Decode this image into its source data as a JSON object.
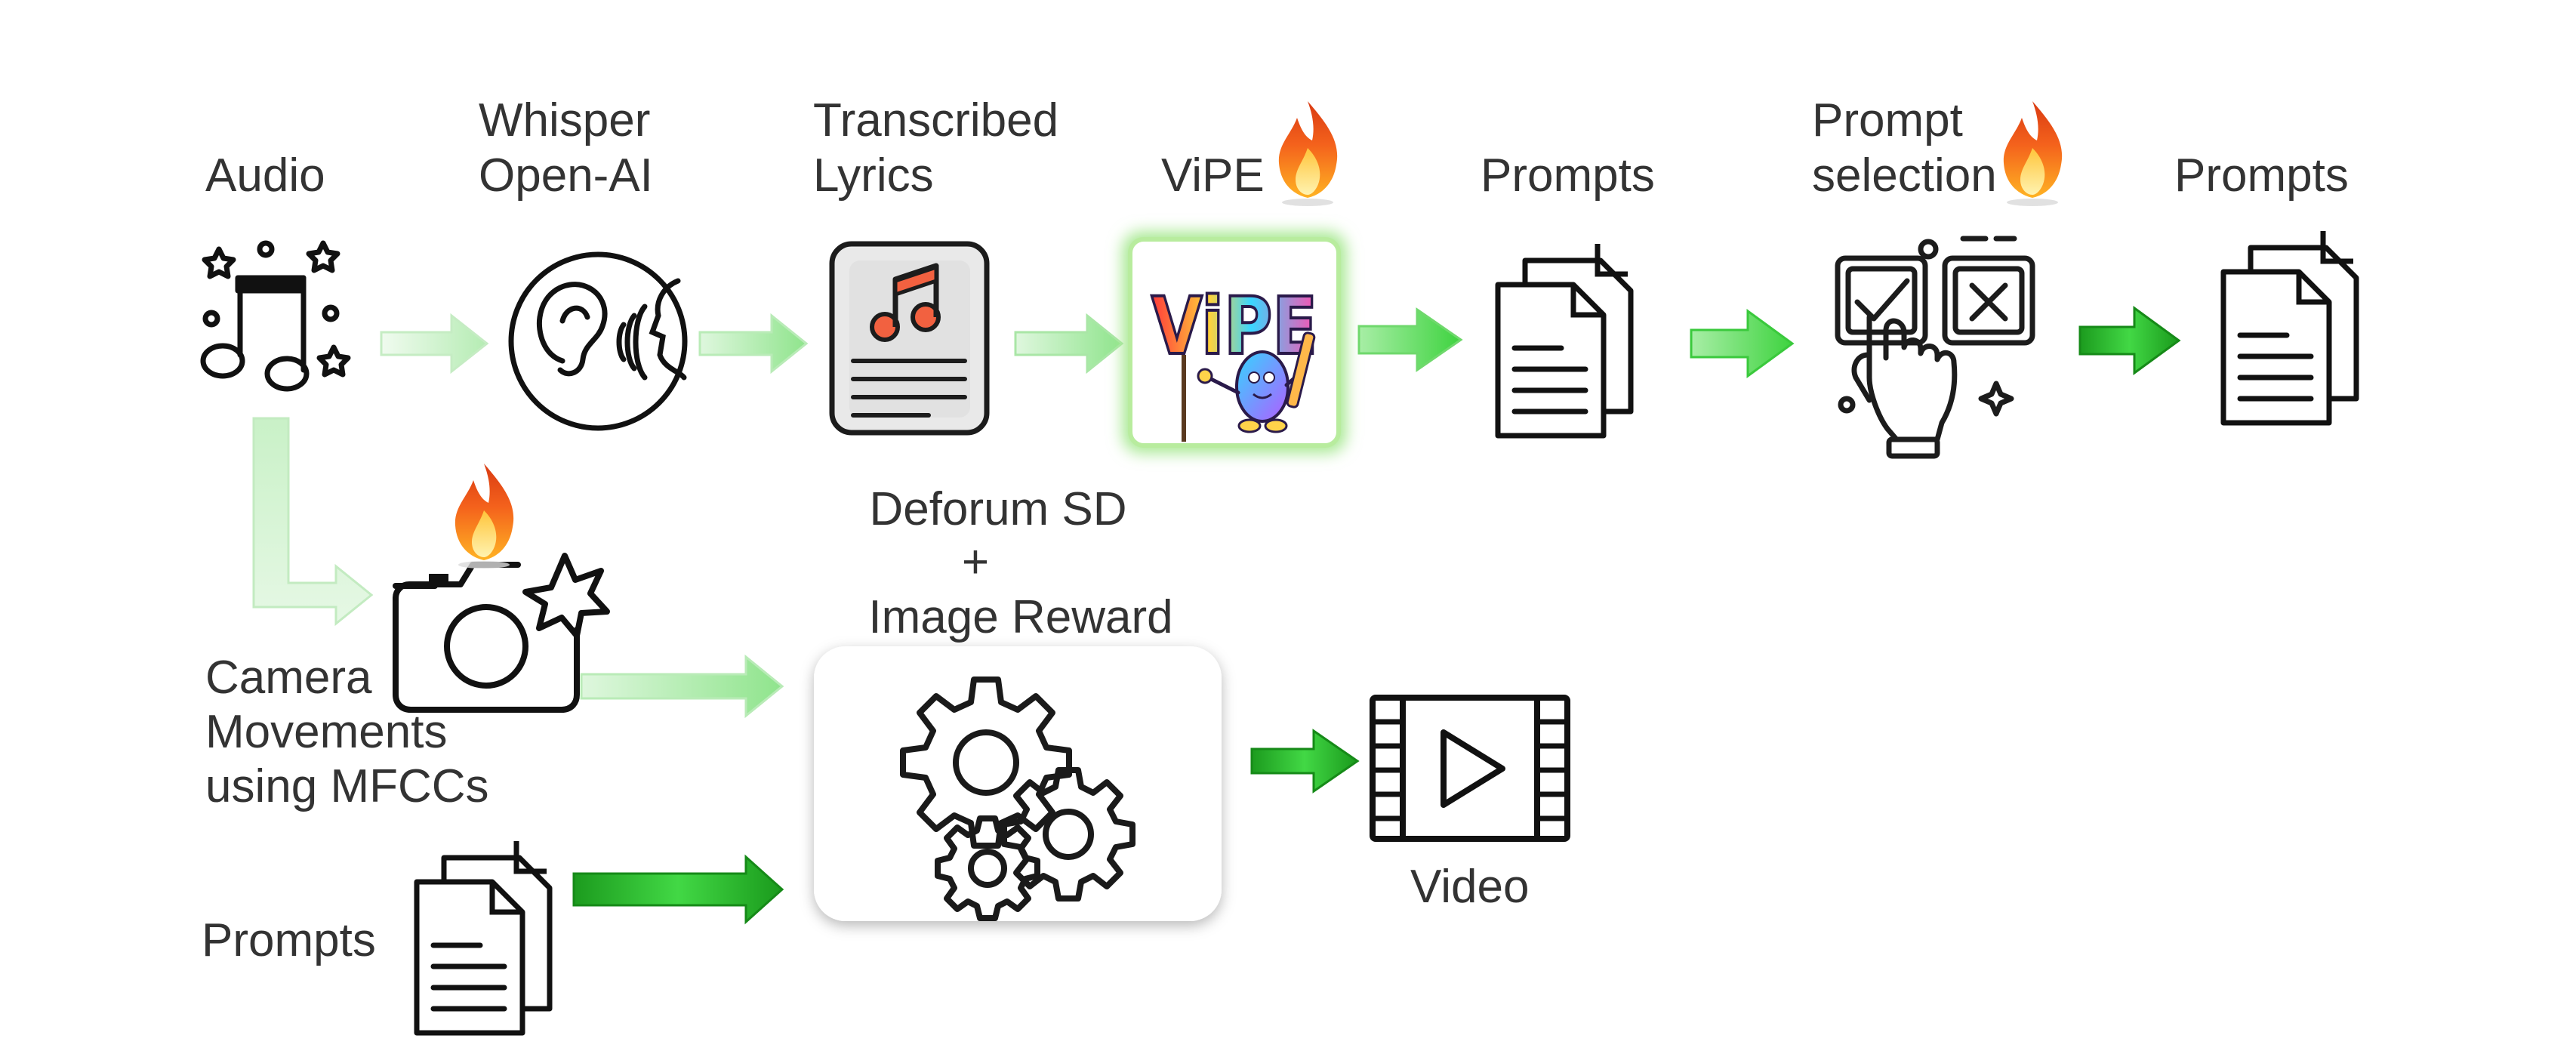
{
  "labels": {
    "audio": "Audio",
    "whisper_1": "Whisper",
    "whisper_2": "Open-AI",
    "transcribed_1": "Transcribed",
    "transcribed_2": "Lyrics",
    "vipe": "ViPE",
    "prompts_top": "Prompts",
    "selection_1": "Prompt",
    "selection_2": "selection",
    "prompts_final": "Prompts",
    "deforum_1": "Deforum SD",
    "deforum_2": "+",
    "deforum_3": "Image Reward",
    "camera_1": "Camera",
    "camera_2": "Movements",
    "camera_3": "using MFCCs",
    "prompts_bottom": "Prompts",
    "video": "Video"
  },
  "logo": {
    "text": "ViPE"
  },
  "icons": {
    "audio": "music-notes-icon",
    "whisper": "ear-voice-icon",
    "lyrics": "lyrics-sheet-icon",
    "vipe": "vipe-mascot-logo",
    "prompts": "documents-icon",
    "selection": "checkbox-select-icon",
    "camera": "camera-flash-icon",
    "gears": "gears-icon",
    "video": "film-play-icon",
    "trainable": "flame-icon"
  },
  "colors": {
    "text": "#333333",
    "arrow_light": "#c8f0c8",
    "arrow_mid": "#7be07b",
    "arrow_strong": "#22c025",
    "flame_outer": "#f2561d",
    "flame_inner": "#ffb020",
    "vipe_glow": "#a6e890"
  }
}
